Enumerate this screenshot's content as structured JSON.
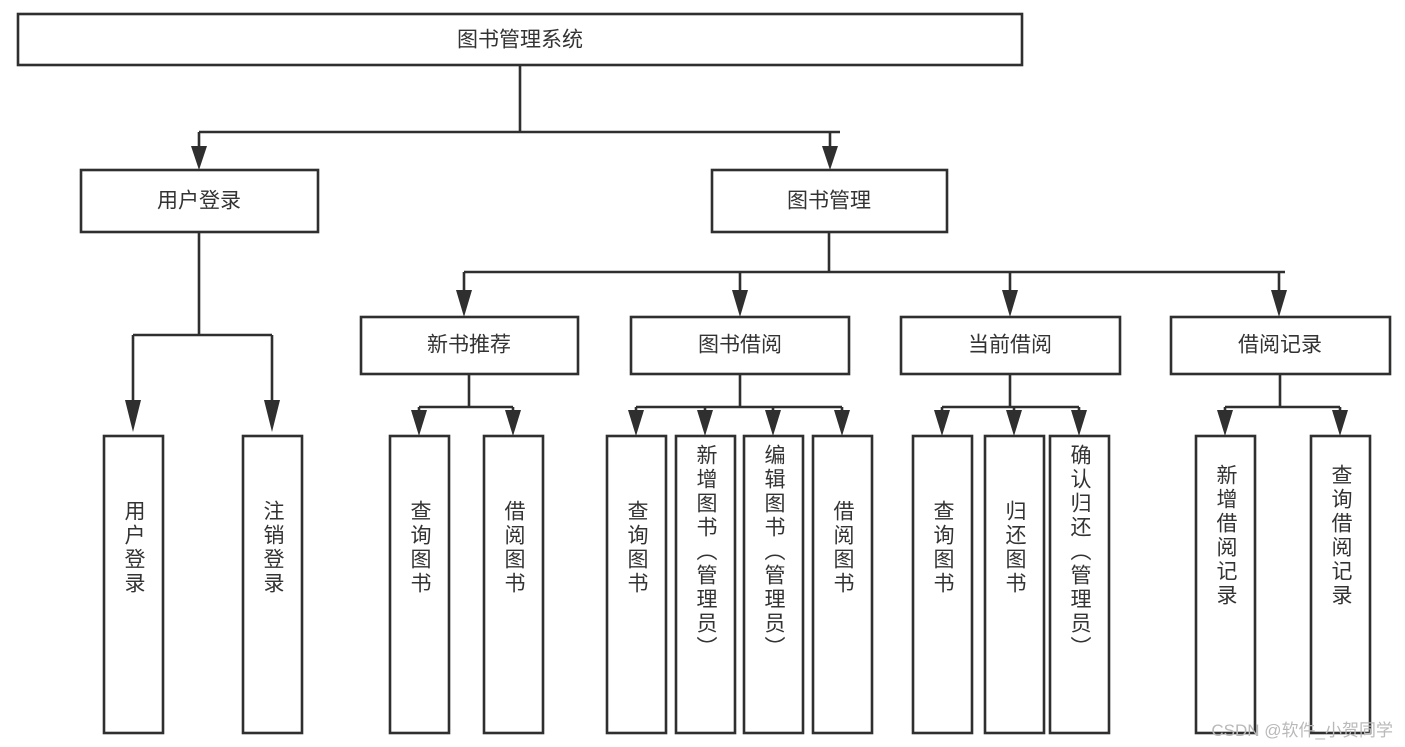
{
  "diagram": {
    "type": "tree",
    "title": "图书管理系统",
    "orientation": "top-down",
    "colors": {
      "box_stroke": "#2f2f2f",
      "box_fill": "#ffffff",
      "connector": "#2f2f2f",
      "text": "#333333",
      "background": "#ffffff",
      "watermark": "#b9b9b9"
    },
    "root": {
      "label": "图书管理系统"
    },
    "level2": [
      {
        "label": "用户登录"
      },
      {
        "label": "图书管理"
      }
    ],
    "level3": [
      {
        "label": "新书推荐"
      },
      {
        "label": "图书借阅"
      },
      {
        "label": "当前借阅"
      },
      {
        "label": "借阅记录"
      }
    ],
    "leaves": {
      "user_login": [
        {
          "label": "用户登录"
        },
        {
          "label": "注销登录"
        }
      ],
      "new_book_recommend": [
        {
          "label": "查询图书"
        },
        {
          "label": "借阅图书"
        }
      ],
      "book_borrow": [
        {
          "label": "查询图书"
        },
        {
          "label": "新增图书（管理员）"
        },
        {
          "label": "编辑图书（管理员）"
        },
        {
          "label": "借阅图书"
        }
      ],
      "current_borrow": [
        {
          "label": "查询图书"
        },
        {
          "label": "归还图书"
        },
        {
          "label": "确认归还（管理员）"
        }
      ],
      "borrow_record": [
        {
          "label": "新增借阅记录"
        },
        {
          "label": "查询借阅记录"
        }
      ]
    }
  },
  "watermark": {
    "text": "CSDN @软件_小贺同学"
  }
}
